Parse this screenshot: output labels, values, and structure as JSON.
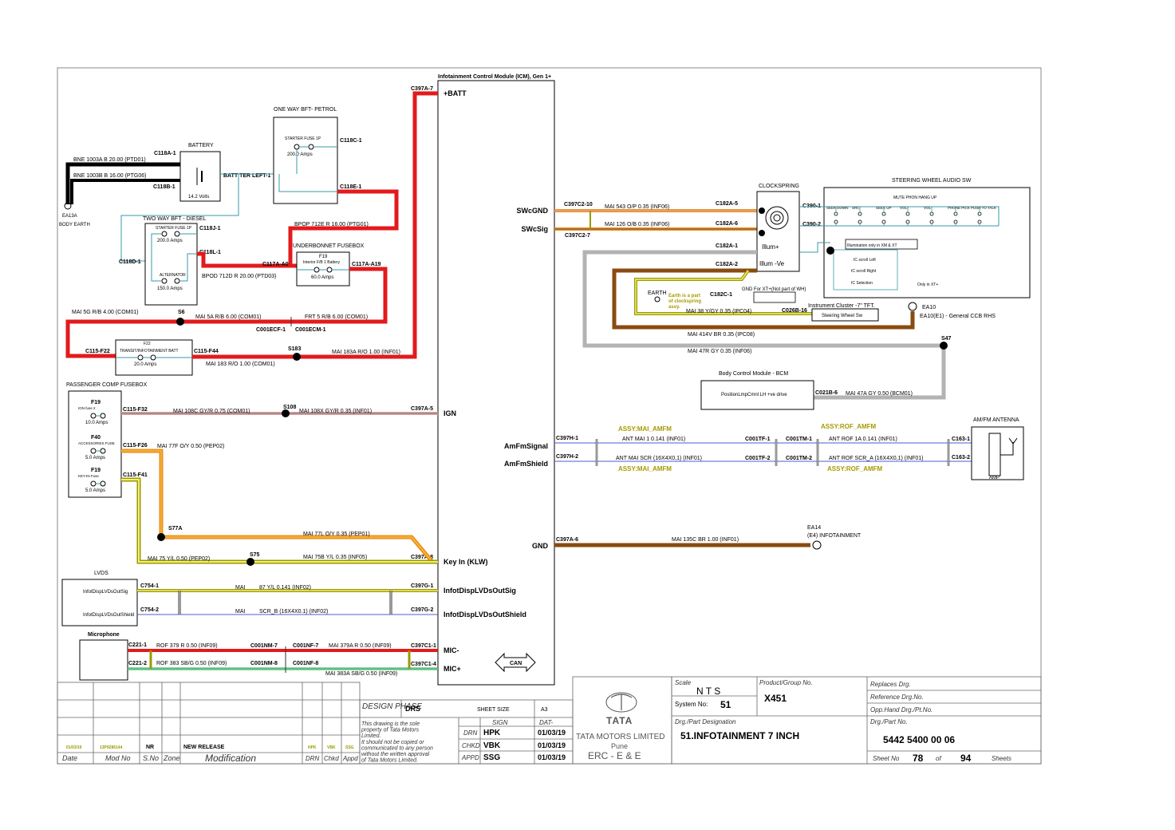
{
  "module": {
    "title": "Infotainment Control Module (ICM), Gen 1+",
    "pins_left": [
      {
        "connector": "C397A-7",
        "label": "+BATT"
      },
      {
        "connector": "C397A-5",
        "label": "IGN"
      },
      {
        "connector": "C397A-8",
        "label": "Key In (KLW)"
      },
      {
        "connector": "C397G-1",
        "label": "InfotDispLVDsOutSig"
      },
      {
        "connector": "C397G-2",
        "label": "InfotDispLVDsOutShield"
      },
      {
        "connector": "C397C1-1",
        "label": "MIC-"
      },
      {
        "connector": "C397C1-4",
        "label": "MIC+"
      }
    ],
    "pins_right": [
      {
        "connector": "C397C2-10",
        "label": "SWcGND"
      },
      {
        "connector": "C397C2-7",
        "label": "SWcSig"
      },
      {
        "connector": "C397H-1",
        "label": "AmFmSignal"
      },
      {
        "connector": "C397H-2",
        "label": "AmFmShield"
      },
      {
        "connector": "C397A-6",
        "label": "GND"
      }
    ],
    "can_label": "CAN"
  },
  "power": {
    "battery": {
      "title": "BATTERY",
      "volts": "14.2 Volts",
      "c1": "C118A-1",
      "c2": "C118B-1",
      "term": "BATT TER LEFT-1"
    },
    "body_earth": {
      "id": "EA13A",
      "label": "BODY EARTH"
    },
    "wire_bne1": "BNE  1003A  B  20.00  (PTD01)",
    "wire_bne2": "BNE  1003B  B  16.00  (PTG06)",
    "petrol": {
      "title": "ONE WAY BFT- PETROL",
      "fuse": "STARTER FUSE 1P",
      "amps": "200.0 Amps",
      "c1": "C118C-1",
      "c2": "C118E-1"
    },
    "diesel": {
      "title": "TWO WAY BFT - DIESEL",
      "fuse": "STARTER FUSE 1P",
      "amps": "200.0 Amps",
      "alt": "ALTERNATOR",
      "alt_amps": "150.0 Amps",
      "c1": "C118J-1",
      "c2": "C118L-1",
      "c3": "C118D-1"
    },
    "wire_bpop": "BPOP  712E  R  16.00  (PTG01)",
    "wire_bpod": "BPOD  712D  R  20.00  (PTD03)",
    "underbonnet": {
      "title": "UNDERBONNET FUSEBOX",
      "fuse": "F19",
      "fuse_desc": "Interior F/B 1 Battery",
      "amps": "60.0 Amps",
      "c1": "C117A-A0",
      "c2": "C117A-A19"
    },
    "wire_mai5g": "MAI  5G  R/B  4.00  (COM01)",
    "splice_s6": "S6",
    "wire_mai5a": "MAI  5A  R/B  6.00  (COM01)",
    "wire_frt5": "FRT  5  R/B  6.00  (COM01)",
    "c001ecf": "C001ECF-1",
    "c001ecm": "C001ECM-1",
    "f22": {
      "fuse": "F22",
      "desc": "TRANSIT/INFOTAINMENT BATT",
      "amps": "20.0 Amps",
      "c1": "C115-F22",
      "c2": "C115-F44"
    },
    "splice_s183": "S183",
    "wire_mai183a": "MAI  183A  R/O  1.00  (INF01)",
    "wire_mai183": "MAI  183  R/O  1.00  (COM01)"
  },
  "passenger": {
    "title": "PASSENGER COMP FUSEBOX",
    "fuses": [
      {
        "name": "F19",
        "desc": "IGN fuse 2",
        "amps": "10.0 Amps",
        "conn": "C115-F32"
      },
      {
        "name": "F40",
        "desc": "ACCESSORIES FUSE",
        "amps": "5.0 Amps",
        "conn": "C115-F26"
      },
      {
        "name": "F19",
        "desc": "KEY-IN Fuse",
        "amps": "5.0 Amps",
        "conn": "C115-F41"
      }
    ],
    "wire_108c": "MAI  108C  GY/R  0.75  (COM01)",
    "splice_s108": "S108",
    "wire_108x": "MAI  108X  GY/R  0.35  (INF01)",
    "wire_77f": "MAI  77F  O/Y  0.50  (PEP02)",
    "splice_s77a": "S77A",
    "wire_77l": "MAI  77L  O/Y  0.35  (PEP01)",
    "wire_75": "MAI  75  Y/L  0.50  (PEP02)",
    "splice_s75": "S75",
    "wire_75b": "MAI  75B  Y/L  0.35  (INF05)"
  },
  "lvds": {
    "title": "LVDS",
    "sig": "InfotDispLVDsOutSig",
    "shield": "InfotDispLVDsOutShield",
    "c1": "C754-1",
    "c2": "C754-2",
    "wire1_a": "MAI",
    "wire1_b": "87  Y/L  0.141  (INF02)",
    "wire2_a": "MAI",
    "wire2_b": "SCR_B  (16X4X0.1)  (INF02)"
  },
  "mic": {
    "title": "Microphone",
    "c1": "C221-1",
    "c2": "C221-2",
    "w1": "ROF       379  R  0.50  (INF09)",
    "w2": "ROF       383  SB/G  0.50  (INF09)",
    "nm7": "C001NM-7",
    "nf7": "C001NF-7",
    "nm8": "C001NM-8",
    "nf8": "C001NF-8",
    "w3": "MAI  379A  R  0.50  (INF09)",
    "w4": "MAI  383A  SB/G  0.50  (INF09)"
  },
  "steering": {
    "wire_543": "MAI       543  O/P  0.35  (INF06)",
    "wire_126": "MAI       126  O/B  0.35  (INF06)",
    "c182a5": "C182A-5",
    "c182a6": "C182A-6",
    "c182a1": "C182A-1",
    "c182a2": "C182A-2",
    "clock_title": "CLOCKSPRING",
    "illum_p": "Illum+",
    "illum_n": "Illum -Ve",
    "c390_1": "C390-1",
    "c390_2": "C390-2",
    "swa_title": "STEERING WHEEL AUDIO SW",
    "swa_top": "MUTE PHON HANG UP",
    "swa_buttons": [
      "SEEK DOWN",
      "SRC",
      "SEEK UP",
      "VOL+",
      "VOL-",
      "PHONE PICK PUSH TO TALK"
    ],
    "illum_note": "Illumination only in XM & XT",
    "scroll_left": "IC scroll Left",
    "scroll_right": "IC scroll Right",
    "ic_sel": "IC Selection",
    "only_xt": "Only in XT+",
    "earth": "EARTH",
    "earth_note": "Earth is a part of clockspring assy.",
    "c182c": "C182C-1",
    "gnd_note": "GND For XT+(Not part of WH)",
    "cluster": "Instrument Cluster -7\" TFT.",
    "c026b": "C026B-16",
    "sw_sw": "Steering Wheel Sw",
    "wire_38": "MAI  38  Y/GY  0.35  (IPC04)",
    "wire_414v": "MAI  414V  BR  0.35  (IPC08)",
    "ea10": "EA10",
    "ea10_desc": "EA10(E1) - General CCB RHS",
    "s47": "S47",
    "wire_47r": "MAI  47R  GY  0.35  (INF06)",
    "bcm_title": "Body Control Module - BCM",
    "bcm_func": "PositionLmpCmnl LH +ve drive",
    "c021b": "C021B-6",
    "wire_47a": "MAI  47A  GY  0.50  (BCM01)"
  },
  "amfm": {
    "assy1": "ASSY:MAI_AMFM",
    "assy2": "ASSY:ROF_AMFM",
    "w1": "ANT MAI       1   0.141  (INF01)",
    "w2": "ANT MAI       SCR   (16X4X0,1)  (INF01)",
    "tf1": "C001TF-1",
    "tm1": "C001TM-1",
    "tf2": "C001TF-2",
    "tm2": "C001TM-2",
    "w3": "ANT ROF       1A   0.141  (INF01)",
    "w4": "ANT ROF       SCR_A   (16X4X0,1)  (INF01)",
    "c163_1": "C163-1",
    "c163_2": "C163-2",
    "ant_title": "AM/FM ANTENNA",
    "amp": "AMP"
  },
  "ground": {
    "wire_135c": "MAI  135C  BR  1.00  (INF01)",
    "ea14": "EA14",
    "ea14_desc": "(E4) INFOTAINMENT"
  },
  "titleblock": {
    "rev_date": "01/03/19",
    "rev_mod": "13P9286144",
    "rev_sno": "NR",
    "rev_desc": "NEW RELEASE",
    "rev_drn": "HPK",
    "rev_chkd": "VBK",
    "rev_appd": "SSG",
    "col_date": "Date",
    "col_mod": "Mod No",
    "col_sno": "S.No",
    "col_zone": "Zone",
    "col_modif": "Modification",
    "col_drn": "DRN",
    "col_chkd": "Chkd",
    "col_appd": "Appd",
    "design_phase": "DESIGN PHASE",
    "design_phase_val": "DRS",
    "sheet_size": "SHEET SIZE",
    "sheet_size_val": "A3",
    "disclaimer": [
      "This drawing is the sole",
      "property of Tata Motors",
      "Limited.",
      "It should not be copied or",
      "communicated to any person",
      "without the written approval",
      "of Tata Motors Limited."
    ],
    "sign": "SIGN",
    "dat": "DAT-",
    "drn": "DRN",
    "drn_name": "HPK",
    "drn_date": "01/03/19",
    "chkd": "CHKD",
    "chkd_name": "VBK",
    "chkd_date": "01/03/19",
    "appd": "APPD",
    "appd_name": "SSG",
    "appd_date": "01/03/19",
    "company": "TATA MOTORS LIMITED",
    "city": "Pune",
    "dept": "ERC - E & E",
    "logo": "TATA",
    "scale": "Scale",
    "scale_val": "N T S",
    "system_no": "System No:",
    "system_no_val": "51",
    "product": "Product/Group No.",
    "product_val": "X451",
    "part_des": "Drg./Part Designation",
    "part_des_val": "51.INFOTAINMENT 7 INCH",
    "replaces": "Replaces Drg.",
    "reference": "Reference Drg.No.",
    "opp": "Opp.Hand Drg./Pt.No.",
    "part_no": "Drg./Part No.",
    "part_no_val": "5442 5400 00 06",
    "sheet_no": "Sheet No",
    "sheet_no_val": "78",
    "of": "of",
    "total": "94",
    "sheets": "Sheets"
  },
  "colors": {
    "red": "#e31a1c",
    "black": "#000000",
    "teal": "#3a9aa8",
    "orange": "#f28e1c",
    "brown": "#8a4b0f",
    "grey": "#b3b3b3",
    "yellow": "#e8d44d",
    "olive": "#9a9a00"
  }
}
